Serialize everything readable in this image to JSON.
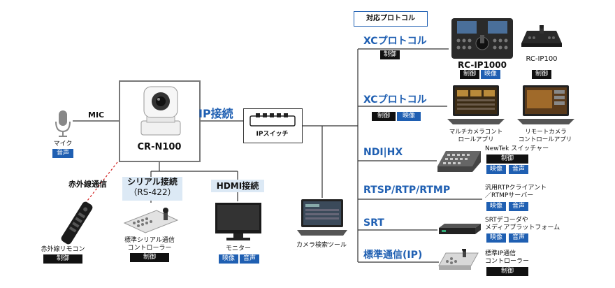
{
  "camera": {
    "name": "CR-N100"
  },
  "switch": {
    "label": "IPスイッチ"
  },
  "ip_connection": "IP接続",
  "mic": {
    "conn": "MIC",
    "label": "マイク",
    "tag": "音声"
  },
  "ir": {
    "conn": "赤外線通信",
    "label": "赤外線リモコン",
    "tag": "制御"
  },
  "serial": {
    "conn_line1": "シリアル接続",
    "conn_line2": "（RS-422）",
    "label_line1": "標準シリアル通信",
    "label_line2": "コントローラー",
    "tag": "制御"
  },
  "hdmi": {
    "conn": "HDMI接続",
    "label": "モニター",
    "tags": [
      "映像",
      "音声"
    ]
  },
  "search_tool": {
    "label": "カメラ検索ツール"
  },
  "protocols_title": "対応プロトコル",
  "rows": {
    "xc1": {
      "head": "XCプロトコル",
      "tags": [
        "制御"
      ],
      "dev1": {
        "name": "RC-IP1000",
        "tags": [
          "制御",
          "映像"
        ]
      },
      "dev2": {
        "name": "RC-IP100",
        "tags": [
          "制御"
        ]
      }
    },
    "xc2": {
      "head": "XCプロトコル",
      "tags": [
        "制御",
        "映像"
      ],
      "dev1": {
        "line1": "マルチカメラコント",
        "line2": "ロールアプリ"
      },
      "dev2": {
        "line1": "リモートカメラ",
        "line2": "コントロールアプリ"
      }
    },
    "ndi": {
      "head": "NDI|HX",
      "dev_label": "NewTek スイッチャー",
      "tags": [
        "制御",
        "映像",
        "音声"
      ]
    },
    "rtsp": {
      "head": "RTSP/RTP/RTMP",
      "line1": "汎用RTPクライアント",
      "line2": "／RTMPサーバー",
      "tags": [
        "映像",
        "音声"
      ]
    },
    "srt": {
      "head": "SRT",
      "line1": "SRTデコーダや",
      "line2": "メディアプラットフォーム",
      "tags": [
        "映像",
        "音声"
      ]
    },
    "ip": {
      "head": "標準通信(IP)",
      "line1": "標準IP通信",
      "line2": "コントローラー",
      "tags": [
        "制御"
      ]
    }
  },
  "colors": {
    "accent": "#1f5fb2",
    "tag_black": "#111111",
    "light_box": "#dce9f5",
    "line": "#333333",
    "ir_dash": "#d22222"
  }
}
